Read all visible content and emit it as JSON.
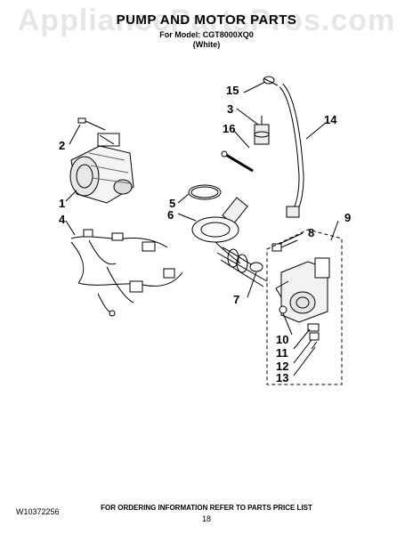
{
  "watermark": "AppliancePartsPros.com",
  "header": {
    "title": "PUMP AND MOTOR PARTS",
    "model_line": "For Model: CGT8000XQ0",
    "color_line": "(White)"
  },
  "callouts": {
    "c1": "1",
    "c2": "2",
    "c3": "3",
    "c4": "4",
    "c5": "5",
    "c6": "6",
    "c7": "7",
    "c8": "8",
    "c9": "9",
    "c10": "10",
    "c11": "11",
    "c12": "12",
    "c13": "13",
    "c14": "14",
    "c15": "15",
    "c16": "16"
  },
  "footer": {
    "doc_number": "W10372256",
    "order_note": "FOR ORDERING INFORMATION REFER TO PARTS PRICE LIST",
    "page_number": "18"
  }
}
